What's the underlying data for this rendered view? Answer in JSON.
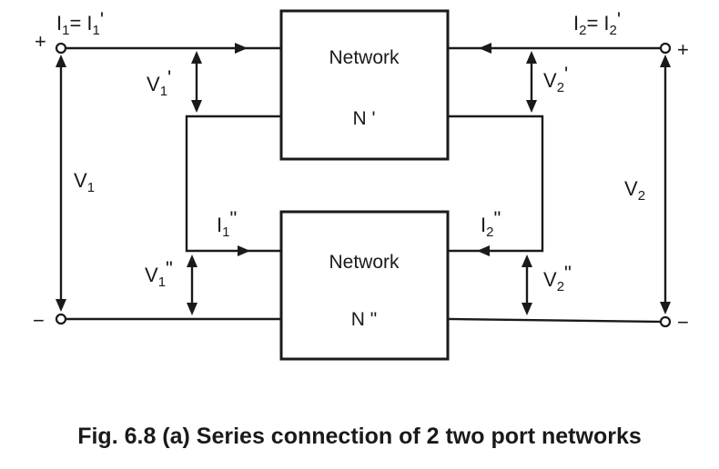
{
  "network_top": {
    "title": "Network",
    "name": "N '"
  },
  "network_bottom": {
    "title": "Network",
    "name": "N \""
  },
  "labels": {
    "i1_main": "I",
    "i1_main_sub": "1",
    "i1_eq": "= I",
    "i1_eq_sub": "1",
    "i1_eq_prime": "'",
    "i2_main": "I",
    "i2_main_sub": "2",
    "i2_eq": "= I",
    "i2_eq_sub": "2",
    "i2_eq_prime": "'",
    "v1_top": "V",
    "v1_top_sub": "1",
    "v1_top_prime": "'",
    "v2_top": "V",
    "v2_top_sub": "2",
    "v2_top_prime": "'",
    "v1": "V",
    "v1_sub": "1",
    "v2": "V",
    "v2_sub": "2",
    "i1_bottom": "I",
    "i1_bottom_sub": "1",
    "i1_bottom_prime": "\"",
    "i2_bottom": "I",
    "i2_bottom_sub": "2",
    "i2_bottom_prime": "\"",
    "v1_bottom": "V",
    "v1_bottom_sub": "1",
    "v1_bottom_prime": "\"",
    "v2_bottom": "V",
    "v2_bottom_sub": "2",
    "v2_bottom_prime": "\""
  },
  "signs": {
    "left_plus": "+",
    "left_minus": "−",
    "right_plus": "+",
    "right_minus": "−"
  },
  "caption": "Fig. 6.8 (a) Series connection of 2 two port networks"
}
